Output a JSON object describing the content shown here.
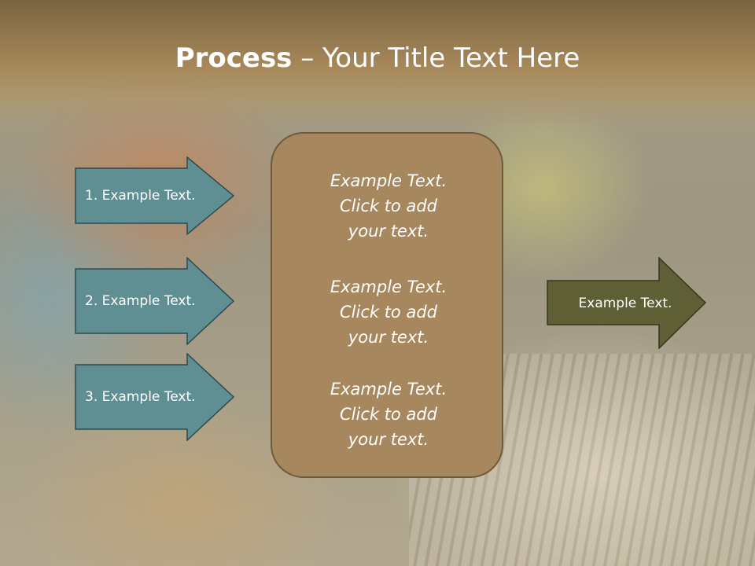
{
  "slide": {
    "title_bold": "Process",
    "title_rest": " – Your Title Text Here"
  },
  "left_arrows": [
    {
      "label": "1. Example Text."
    },
    {
      "label": "2. Example Text."
    },
    {
      "label": "3. Example Text."
    }
  ],
  "center_box": {
    "blocks": [
      {
        "text": "Example Text.\nClick  to add\nyour text."
      },
      {
        "text": "Example Text.\nClick  to add\nyour text."
      },
      {
        "text": "Example Text.\nClick  to add\nyour text."
      }
    ]
  },
  "right_arrow": {
    "label": "Example Text."
  },
  "colors": {
    "left_arrow_fill": "#5f8f92",
    "right_arrow_fill": "#5f5f36",
    "center_box_fill": "#a6875e",
    "header_fill": "#a8895a"
  }
}
